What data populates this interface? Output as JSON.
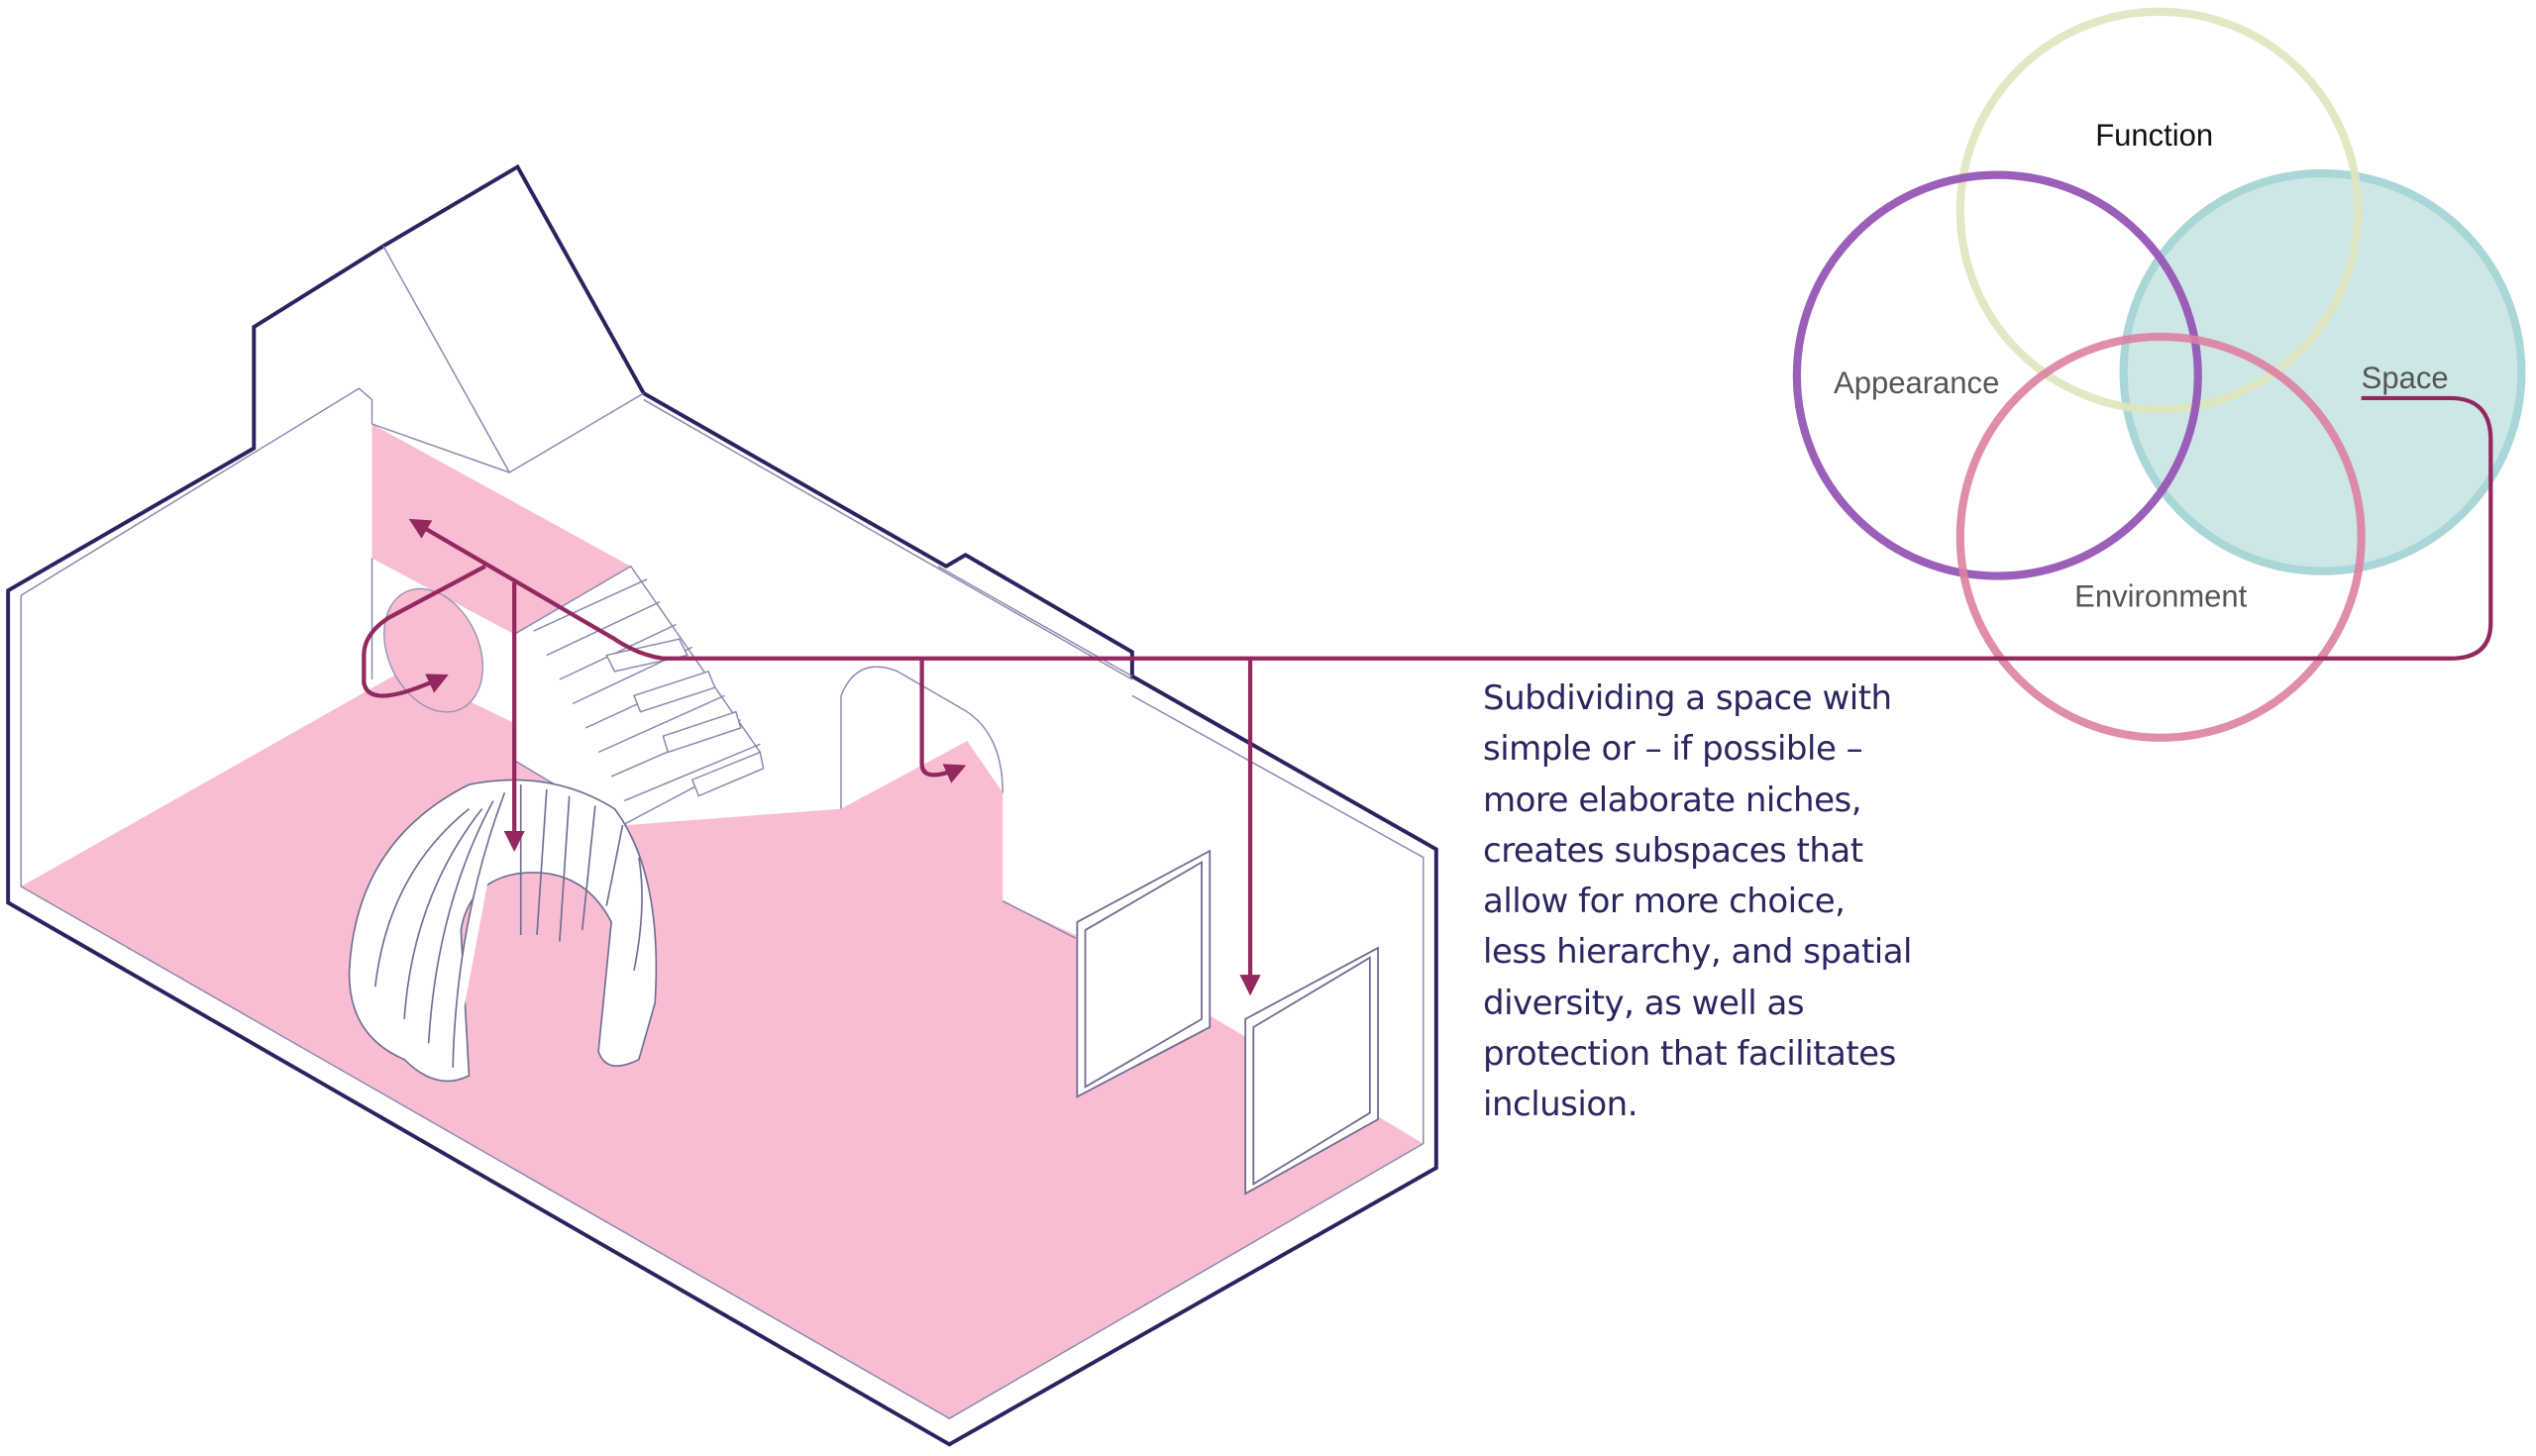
{
  "venn": {
    "function": "Function",
    "appearance": "Appearance",
    "space": "Space",
    "environment": "Environment"
  },
  "colors": {
    "function": "#dfe6bd",
    "appearance": "#9656b5",
    "space": "#a9d6d6",
    "space_fill": "#cde7e7",
    "environment": "#dd7fa2",
    "connector": "#93285e",
    "outline": "#2a2360",
    "floor": "#f8bdd3"
  },
  "description": {
    "lines": [
      "Subdividing a space with",
      "simple or – if possible –",
      "more elaborate niches,",
      "creates subspaces that",
      "allow for more choice,",
      "less hierarchy, and spatial",
      "diversity, as well as",
      "protection that facilitates",
      "inclusion."
    ]
  }
}
